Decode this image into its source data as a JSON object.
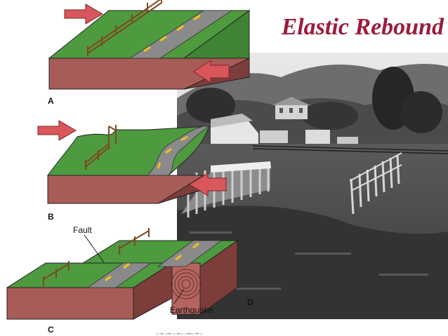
{
  "title": "Elastic Rebound",
  "panels": [
    {
      "letter": "A"
    },
    {
      "letter": "B"
    },
    {
      "letter": "C",
      "labels": {
        "fault": "Fault",
        "earthquake": "Earthquake"
      }
    },
    {
      "letter": "D"
    }
  ],
  "colors": {
    "title": "#9b1b3a",
    "grass": "#4e9a3f",
    "earth_front": "#a85c58",
    "road": "#8a8a8a",
    "road_stripe": "#f2c21a",
    "arrow": "#d9575a"
  }
}
